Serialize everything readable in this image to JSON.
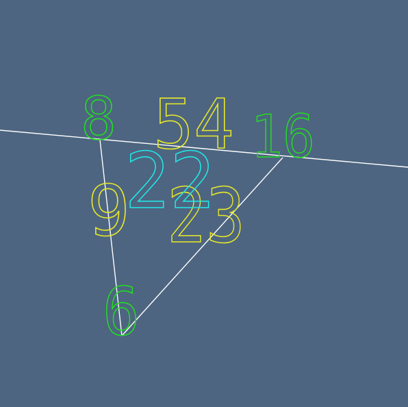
{
  "colors": {
    "background": "#4d6580",
    "edge": "#ffffff",
    "vertex_label": "#22dd22",
    "length_label": "#e8e82a",
    "angle_label": "#22e6e6"
  },
  "vertex_labels": [
    "8",
    "16",
    "6"
  ],
  "length_labels": [
    "54",
    "9",
    "23"
  ],
  "angle_labels": [
    "22"
  ]
}
